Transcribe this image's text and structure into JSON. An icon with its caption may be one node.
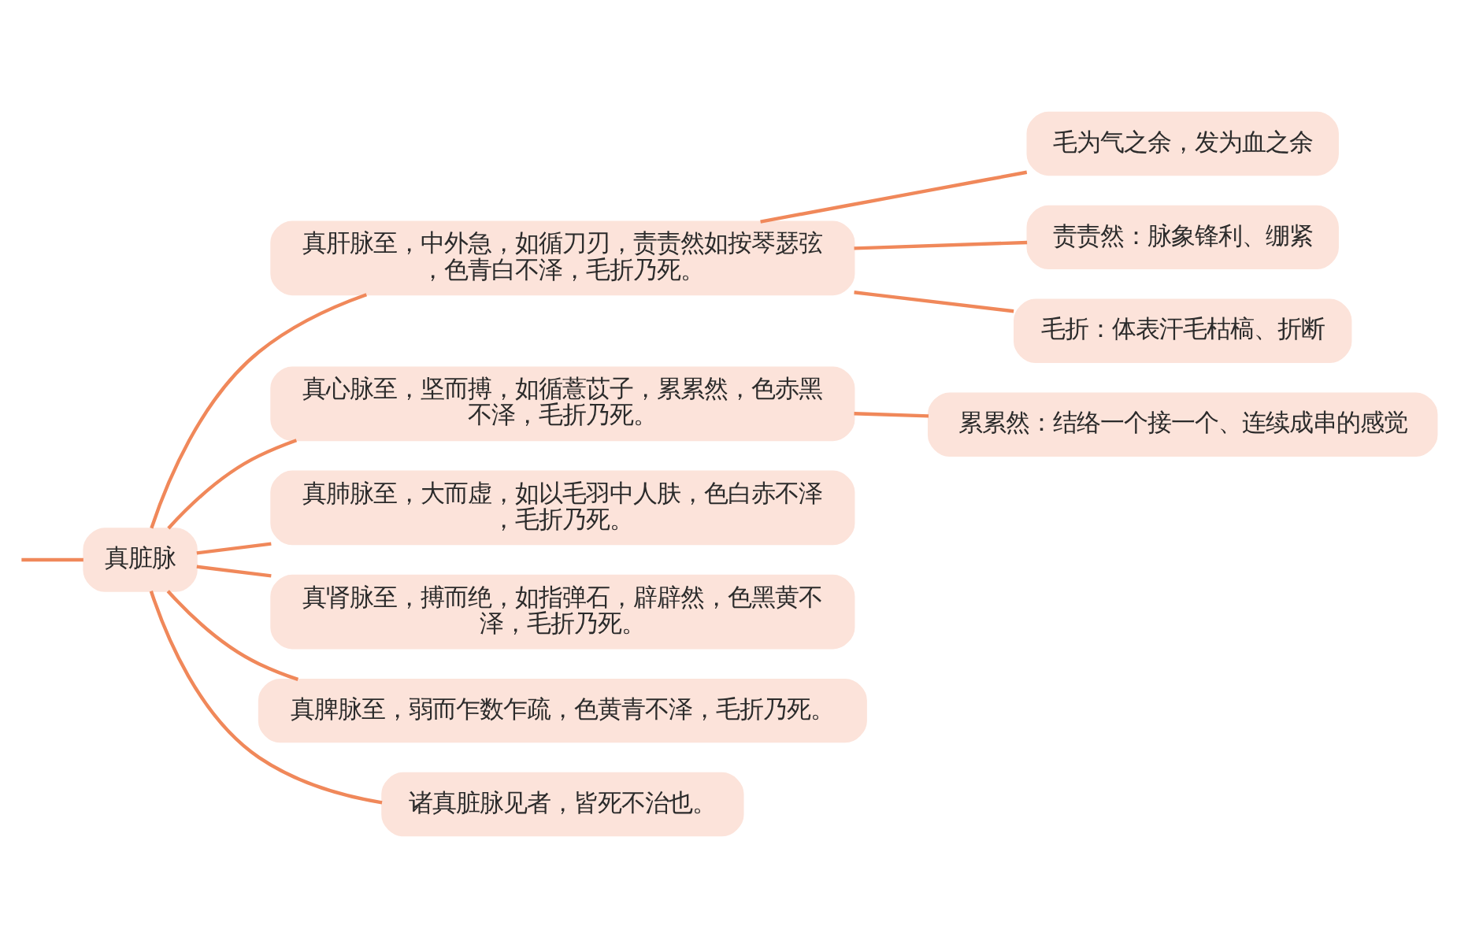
{
  "diagram": {
    "nodes": [
      {
        "text": [
          "真脏脉"
        ]
      },
      {
        "text": [
          "真肝脉至，中外急，如循刀刃，责责然如按琴瑟弦，色青白不泽，毛折乃死。"
        ]
      },
      {
        "text": [
          "毛为气之余，发为血之余"
        ]
      },
      {
        "text": [
          "责责然：脉象锋利、绷紧"
        ]
      },
      {
        "text": [
          "毛折：体表汗毛枯槁、折断"
        ]
      },
      {
        "text": [
          "真心脉至，坚而搏，如循薏苡子，累累然，色赤黑不泽，毛折乃死。"
        ]
      },
      {
        "text": [
          "累累然：结络一个接一个、连续成串的感觉"
        ]
      },
      {
        "text": [
          "真肺脉至，大而虚，如以毛羽中人肤，色白赤不泽，毛折乃死。"
        ]
      },
      {
        "text": [
          "真肾脉至，搏而绝，如指弹石，辟辟然，色黑黄不泽，毛折乃死。"
        ]
      },
      {
        "text": [
          "真脾脉至，弱而乍数乍疏，色黄青不泽，毛折乃死。"
        ]
      },
      {
        "text": [
          "诸真脏脉见者，皆死不治也。"
        ]
      }
    ],
    "edges": [
      {
        "from": null,
        "to": 0,
        "arrow": "none"
      },
      {
        "from": 0,
        "to": 1,
        "arrow": "none"
      },
      {
        "from": 1,
        "to": 2,
        "arrow": "none"
      },
      {
        "from": 1,
        "to": 3,
        "arrow": "none"
      },
      {
        "from": 1,
        "to": 4,
        "arrow": "none"
      },
      {
        "from": 0,
        "to": 5,
        "arrow": "none"
      },
      {
        "from": 5,
        "to": 6,
        "arrow": "none"
      },
      {
        "from": 0,
        "to": 7,
        "arrow": "none"
      },
      {
        "from": 0,
        "to": 8,
        "arrow": "none"
      },
      {
        "from": 0,
        "to": 9,
        "arrow": "none"
      },
      {
        "from": 0,
        "to": 10,
        "arrow": "none"
      }
    ]
  }
}
